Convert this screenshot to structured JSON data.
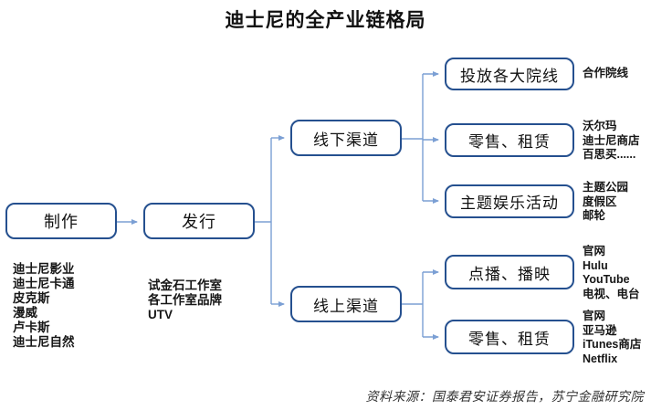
{
  "title": "迪士尼的全产业链格局",
  "source": "资料来源：国泰君安证券报告，苏宁金融研究院",
  "colors": {
    "box_border": "#25508f",
    "connector_line": "#7b9fd4",
    "text": "#111111"
  },
  "nodes": {
    "production": "制作",
    "distribution": "发行",
    "offline_channel": "线下渠道",
    "online_channel": "线上渠道",
    "theater_release": "投放各大院线",
    "offline_retail_rental": "零售、租赁",
    "theme_entertainment": "主题娱乐活动",
    "vod_broadcast": "点播、播映",
    "online_retail_rental": "零售、租赁"
  },
  "annotations": {
    "production_companies": [
      "迪士尼影业",
      "迪士尼卡通",
      "皮克斯",
      "漫威",
      "卢卡斯",
      "迪士尼自然"
    ],
    "distribution_brands": [
      "试金石工作室",
      "各工作室品牌",
      "UTV"
    ],
    "theater_partners": [
      "合作院线"
    ],
    "offline_retailers": [
      "沃尔玛",
      "迪士尼商店",
      "百思买......"
    ],
    "theme_venues": [
      "主题公园",
      "度假区",
      "邮轮"
    ],
    "vod_platforms": [
      "官网",
      "Hulu",
      "YouTube",
      "电视、电台"
    ],
    "online_retailers": [
      "官网",
      "亚马逊",
      "iTunes商店",
      "Netflix"
    ]
  }
}
